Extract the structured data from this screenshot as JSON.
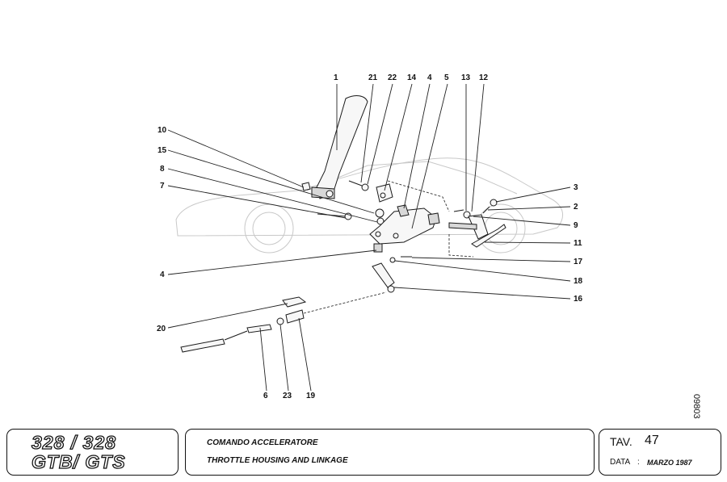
{
  "diagram": {
    "callouts": [
      "1",
      "21",
      "22",
      "14",
      "4",
      "5",
      "13",
      "12",
      "10",
      "15",
      "8",
      "7",
      "3",
      "2",
      "9",
      "11",
      "4",
      "17",
      "18",
      "16",
      "20",
      "6",
      "23",
      "19"
    ],
    "drawing_number": "09803"
  },
  "footer": {
    "model_line_1": "328 / 328",
    "model_line_2": "GTB/ GTS",
    "title_it": "COMANDO ACCELERATORE",
    "title_en": "THROTTLE HOUSING AND LINKAGE",
    "plate_label": "TAV.",
    "plate_number": "47",
    "date_label": "DATA",
    "date_separator": ":",
    "date_value": "MARZO 1987"
  }
}
